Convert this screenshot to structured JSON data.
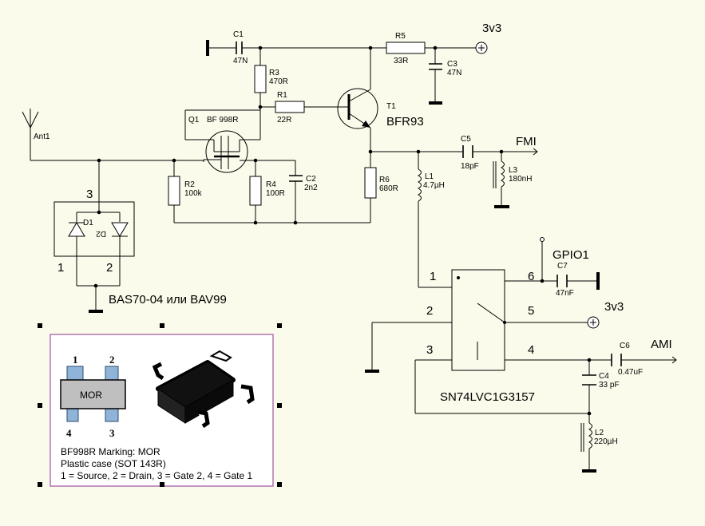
{
  "nets": {
    "v33_top": "3v3",
    "v33_mid": "3v3",
    "fmi": "FMI",
    "gpio1": "GPIO1",
    "ami": "AMI"
  },
  "components": {
    "C1": {
      "ref": "C1",
      "value": "47N"
    },
    "R5": {
      "ref": "R5",
      "value": "33R"
    },
    "C3": {
      "ref": "C3",
      "value": "47N"
    },
    "R3": {
      "ref": "R3",
      "value": "470R"
    },
    "R1": {
      "ref": "R1",
      "value": "22R"
    },
    "T1": {
      "ref": "T1",
      "value": "BFR93"
    },
    "Q1": {
      "ref": "Q1",
      "value": "BF 998R"
    },
    "C5": {
      "ref": "C5",
      "value": "18pF"
    },
    "L3": {
      "ref": "L3",
      "value": "180nH"
    },
    "R2": {
      "ref": "R2",
      "value": "100k"
    },
    "R4": {
      "ref": "R4",
      "value": "100R"
    },
    "C2": {
      "ref": "C2",
      "value": "2n2"
    },
    "R6": {
      "ref": "R6",
      "value": "680R"
    },
    "L1": {
      "ref": "L1",
      "value": "4.7µH"
    },
    "C7": {
      "ref": "C7",
      "value": "47nF"
    },
    "C6": {
      "ref": "C6",
      "value": "0.47uF"
    },
    "C4": {
      "ref": "C4",
      "value": "33 pF"
    },
    "L2": {
      "ref": "L2",
      "value": "220µH"
    },
    "Ant1": {
      "ref": "Ant1"
    },
    "D1": {
      "ref": "D1"
    },
    "D2": {
      "ref": "D2"
    }
  },
  "diode_pack": {
    "part": "BAS70-04 или BAV99",
    "pin1": "1",
    "pin2": "2",
    "pin3": "3"
  },
  "switch_ic": {
    "part": "SN74LVC1G3157",
    "pins": [
      "1",
      "2",
      "3",
      "4",
      "5",
      "6"
    ]
  },
  "datasheet": {
    "chip_marking": "MOR",
    "pins": [
      "1",
      "2",
      "3",
      "4"
    ],
    "line1": "BF998R Marking: MOR",
    "line2": "Plastic case (SOT 143R)",
    "line3": "1 = Source, 2 = Drain, 3 = Gate 2, 4 = Gate 1"
  },
  "colors": {
    "background": "#fbfbeb",
    "frame": "#a050a0",
    "chip": "#bfbfbf",
    "pad": "#8fb4d8",
    "ground": "#000000"
  }
}
